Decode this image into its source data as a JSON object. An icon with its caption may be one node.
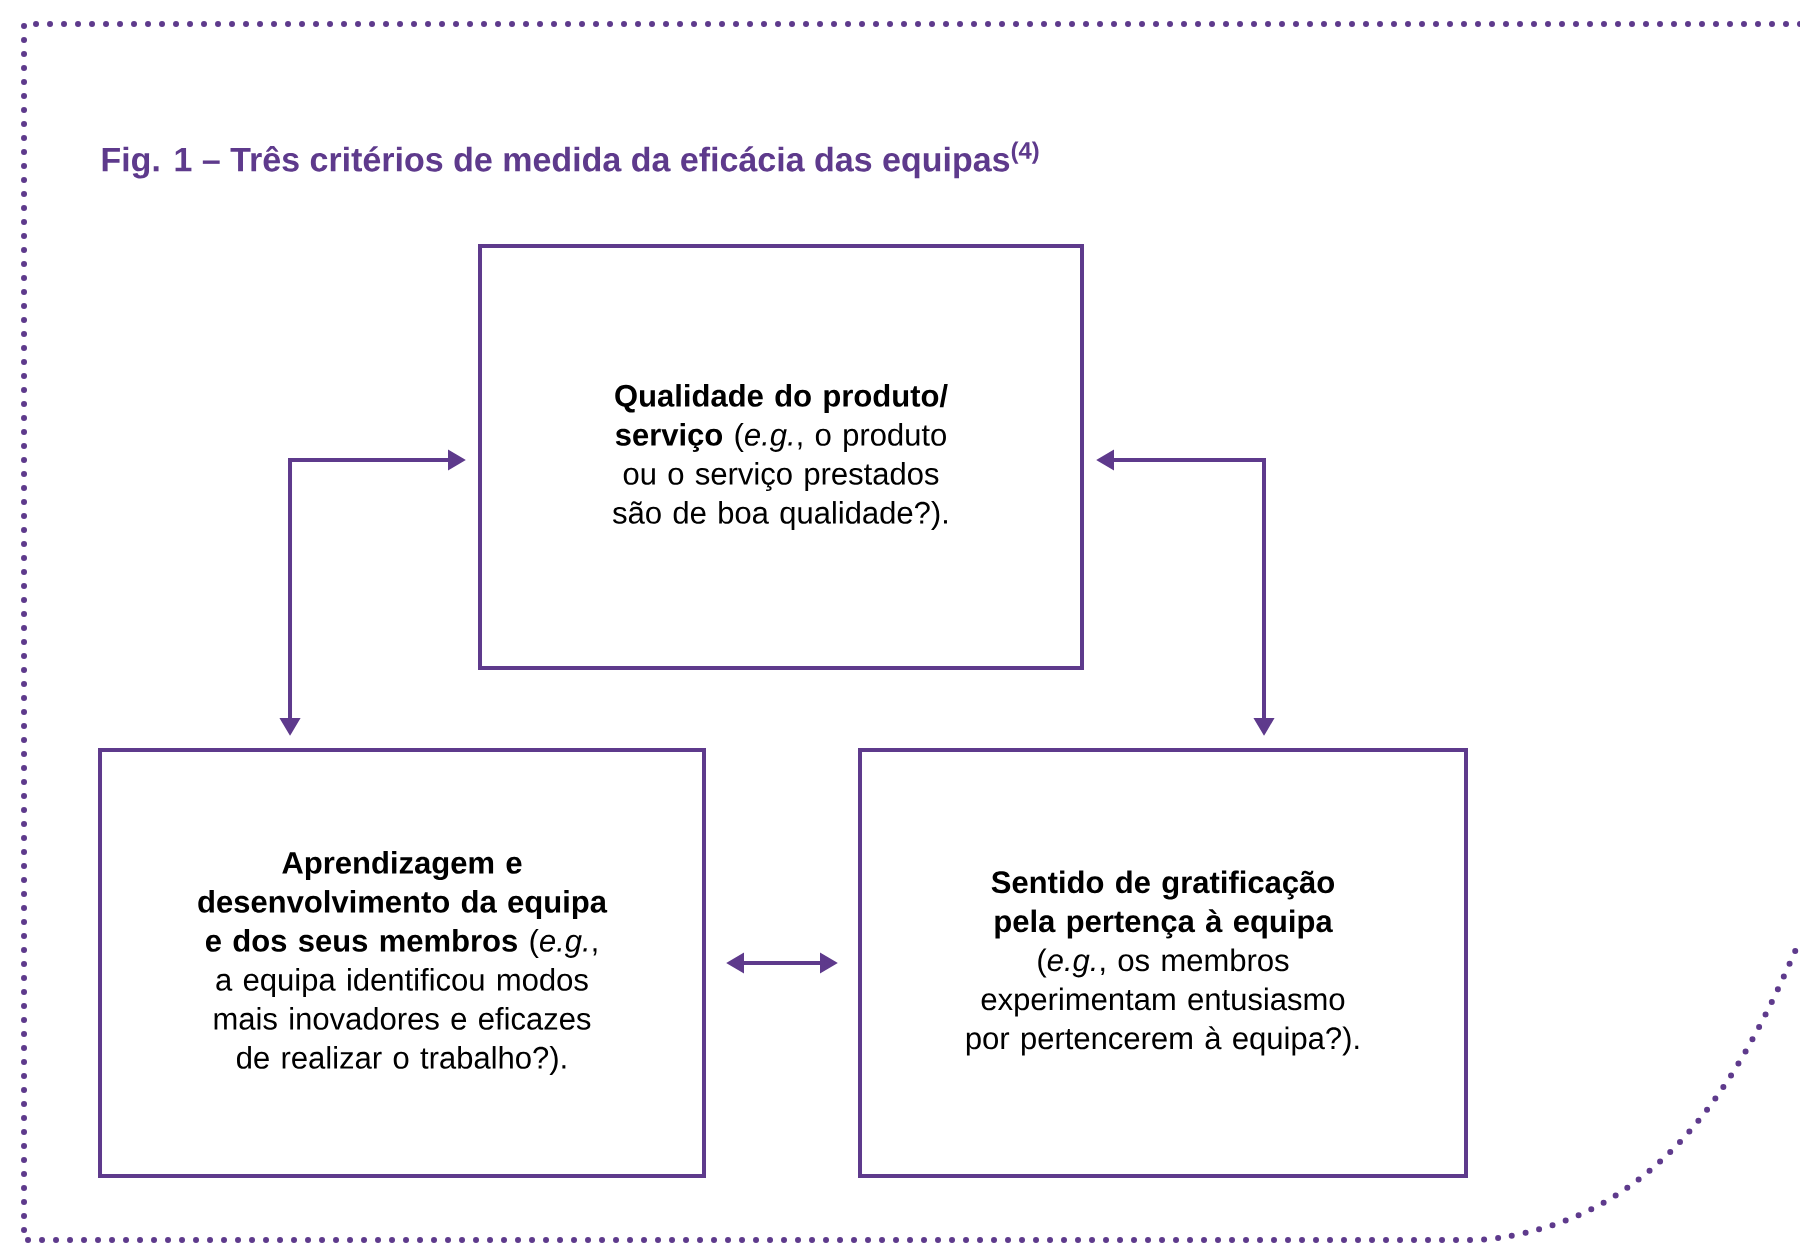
{
  "diagram": {
    "title": "Fig. 1 – Três critérios de medida da eficácia das equipas$^{(4)}$",
    "nodes": [
      {
        "text": [
          "**Qualidade do produto/ serviço** (*e.g.*, o produto ou o serviço prestados são de boa qualidade?)."
        ]
      },
      {
        "text": [
          "**Aprendizagem e desenvolvimento da equipa e dos seus membros** (*e.g.*, a equipa identificou modos mais inovadores e eficazes de realizar o trabalho?)."
        ]
      },
      {
        "text": [
          "**Sentido de gratificação pela pertença à equipa** (*e.g.*, os membros experimentam entusiasmo por pertencerem à equipa?)."
        ]
      }
    ],
    "edges": [
      {
        "from": 0,
        "to": 1,
        "arrow": "both"
      },
      {
        "from": 0,
        "to": 2,
        "arrow": "both"
      },
      {
        "from": 1,
        "to": 2,
        "arrow": "both"
      }
    ]
  }
}
